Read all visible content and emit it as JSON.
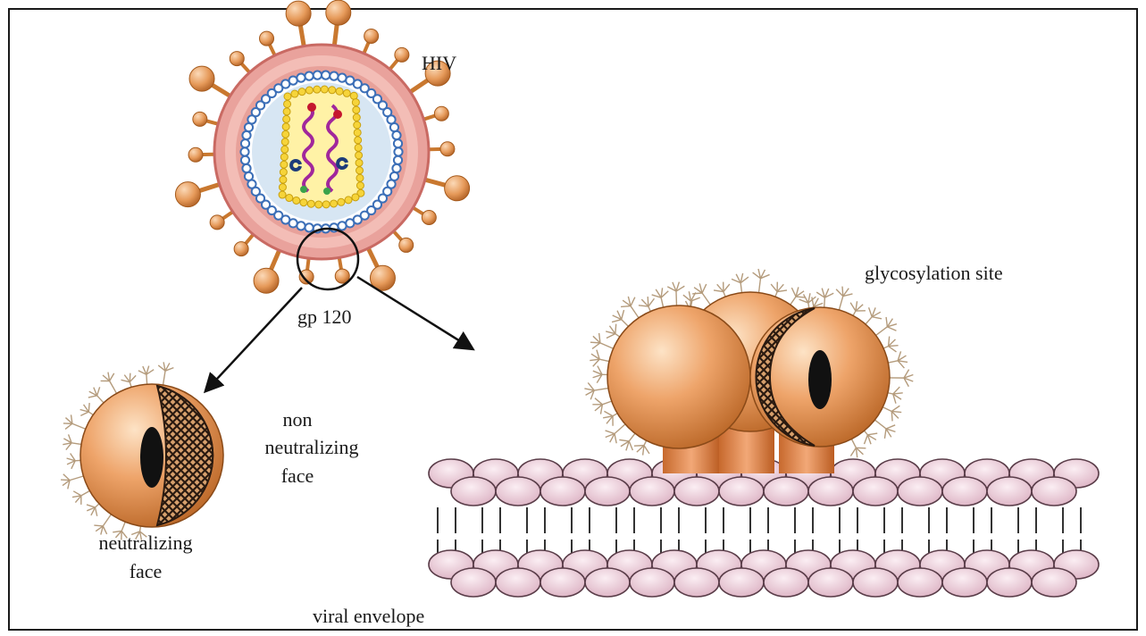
{
  "labels": {
    "hiv": "HIV",
    "gp120": "gp 120",
    "glycosylation_site": "glycosylation site",
    "non_neutralizing_face": [
      "non",
      "neutralizing",
      "face"
    ],
    "neutralizing_face": [
      "neutralizing",
      "face"
    ],
    "viral_envelope": "viral envelope"
  },
  "colors": {
    "frame": "#1a1a1a",
    "virion_outer": "#e9a29c",
    "virion_border": "#c96a63",
    "virion_band": "#f4c3bd",
    "inner_ring": "#3c6fb7",
    "inner_fill": "#d7e6f3",
    "capsid_ring": "#e7c21a",
    "capsid_fill": "#fff2a6",
    "rna_strand": "#a1279c",
    "spike": "#e29a5c",
    "spike_dark": "#a55a1c",
    "glycan": "#b49b7c",
    "lipid_head": "#e9c6d3",
    "lipid_edge": "#5a3d49",
    "mesh": "#2a1a10",
    "pocket": "#111111"
  }
}
